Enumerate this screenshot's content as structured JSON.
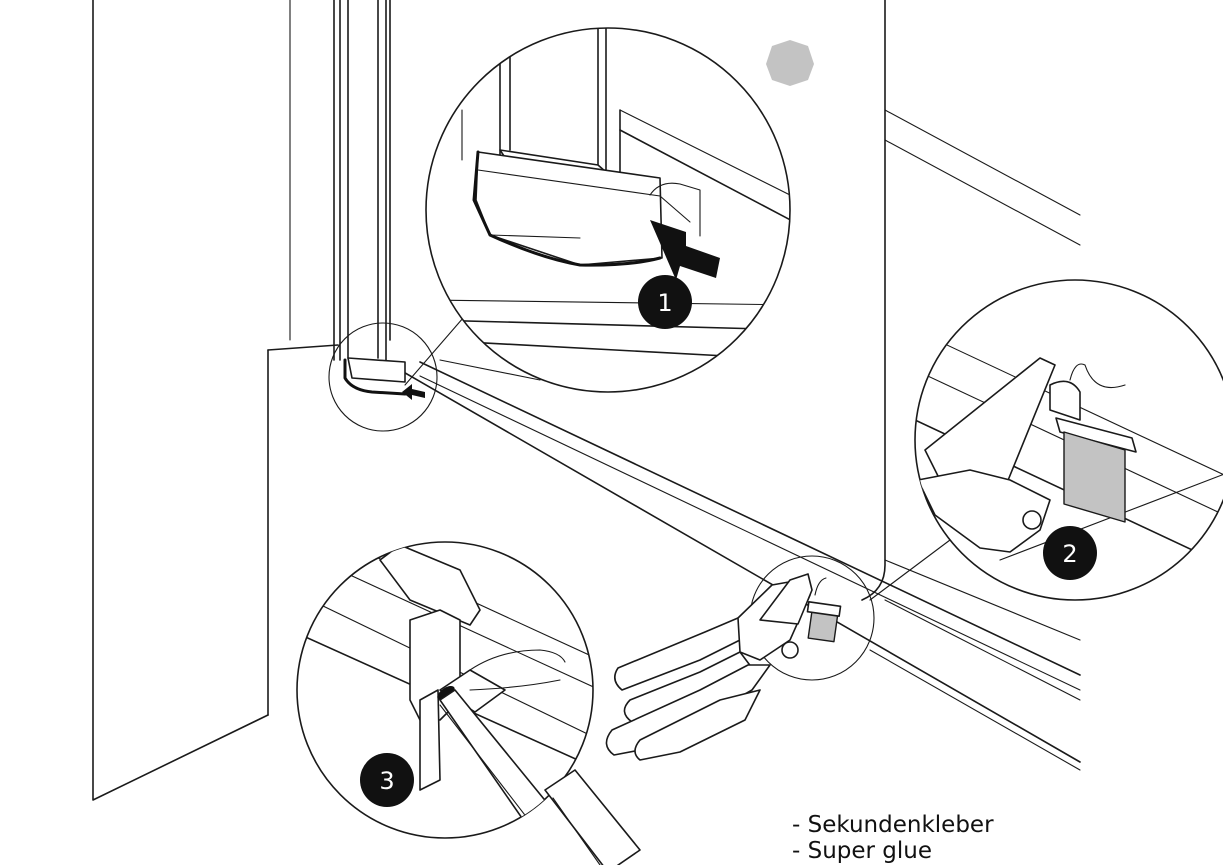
{
  "steps": [
    {
      "id": "1",
      "label": "1"
    },
    {
      "id": "2",
      "label": "2"
    },
    {
      "id": "3",
      "label": "3"
    }
  ],
  "adhesive_labels": [
    "- Sekundenkleber",
    "- Super glue"
  ],
  "colors": {
    "line": "#1a1a1a",
    "badge": "#111111",
    "marker_hexagon": "#c3c3c3",
    "gasket": "#c3c3c3",
    "background": "#ffffff"
  },
  "icons": [
    "push-arrow-icon",
    "hexagon-marker-icon"
  ]
}
